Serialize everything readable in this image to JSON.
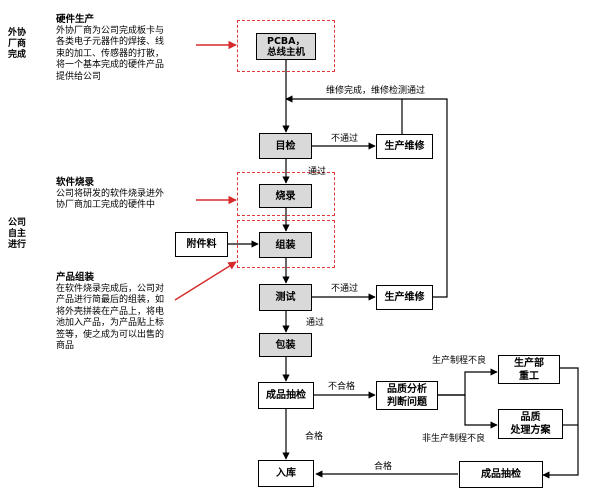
{
  "side_labels": {
    "outsourced": "外协\n厂商\n完成",
    "inhouse": "公司\n自主\n进行"
  },
  "annotations": {
    "hardware": {
      "heading": "硬件生产",
      "lines": [
        "外协厂商为公司完成板卡与",
        "各类电子元器件的焊接、线",
        "束的加工、传感器的打散，",
        "将一个基本完成的硬件产品",
        "提供给公司"
      ]
    },
    "software": {
      "heading": "软件烧录",
      "lines": [
        "公司将研发的软件烧录进外",
        "协厂商加工完成的硬件中"
      ]
    },
    "assembly": {
      "heading": "产品组装",
      "lines": [
        "在软件烧录完成后，公司对",
        "产品进行简最后的组装，如",
        "将外壳拼装在产品上，将电",
        "池加入产品，为产品贴上标",
        "签等，使之成为可以出售的",
        "商品"
      ]
    }
  },
  "nodes": {
    "pcba": "PCBA，\n总线主机",
    "visual_inspect": "目检",
    "repair1": "生产维修",
    "burn": "烧录",
    "accessories": "附件料",
    "assemble": "组装",
    "test": "测试",
    "repair2": "生产维修",
    "pack": "包装",
    "sampling": "成品抽检",
    "analysis": "品质分析\n判断问题",
    "rework": "生产部\n重工",
    "quality_plan": "品质\n处理方案",
    "storage": "入库",
    "final_sampling": "成品抽检"
  },
  "edge_labels": {
    "repair_pass": "维修完成，维修检测通过",
    "fail1": "不通过",
    "pass1": "通过",
    "fail2": "不通过",
    "pass2": "通过",
    "unqualified": "不合格",
    "prod_defect": "生产制程不良",
    "nonprod_defect": "非生产制程不良",
    "qualified1": "合格",
    "qualified2": "合格"
  },
  "colors": {
    "node_fill": "#d9d9d9",
    "dashed_box": "#e03a3a",
    "arrow_red": "#d62b2b",
    "line": "#000000"
  }
}
